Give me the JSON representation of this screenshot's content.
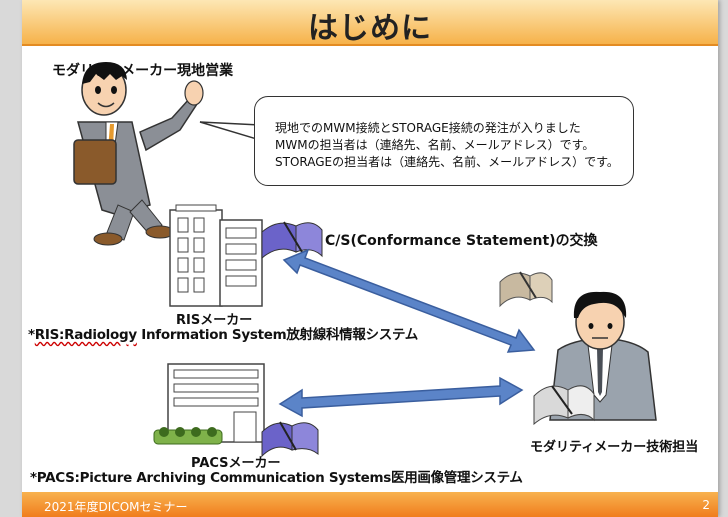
{
  "slide": {
    "title": "はじめに",
    "sales_label": "モダリティメーカー現地営業",
    "speech_lines": [
      "現地でのMWM接続とSTORAGE接続の発注が入りました",
      "MWMの担当者は（連絡先、名前、メールアドレス）です。",
      "STORAGEの担当者は（連絡先、名前、メールアドレス）です。"
    ],
    "cs_label": "C/S(Conformance Statement)の交換",
    "ris_label": "RISメーカー",
    "ris_prefix": "*",
    "ris_squiggle": "RIS:Radiology",
    "ris_rest": " Information System放射線科情報システム",
    "pacs_label": "PACSメーカー",
    "pacs_def": "*PACS:Picture Archiving Communication Systems医用画像管理システム",
    "tech_label": "モダリティメーカー技術担当",
    "footer_text": "2021年度DICOMセミナー",
    "page_number": "2"
  },
  "colors": {
    "title_gradient": [
      "#fde7b4",
      "#f6b24a"
    ],
    "footer_gradient": [
      "#f8b24f",
      "#f07d1d"
    ],
    "arrow": "#5b84c8"
  }
}
